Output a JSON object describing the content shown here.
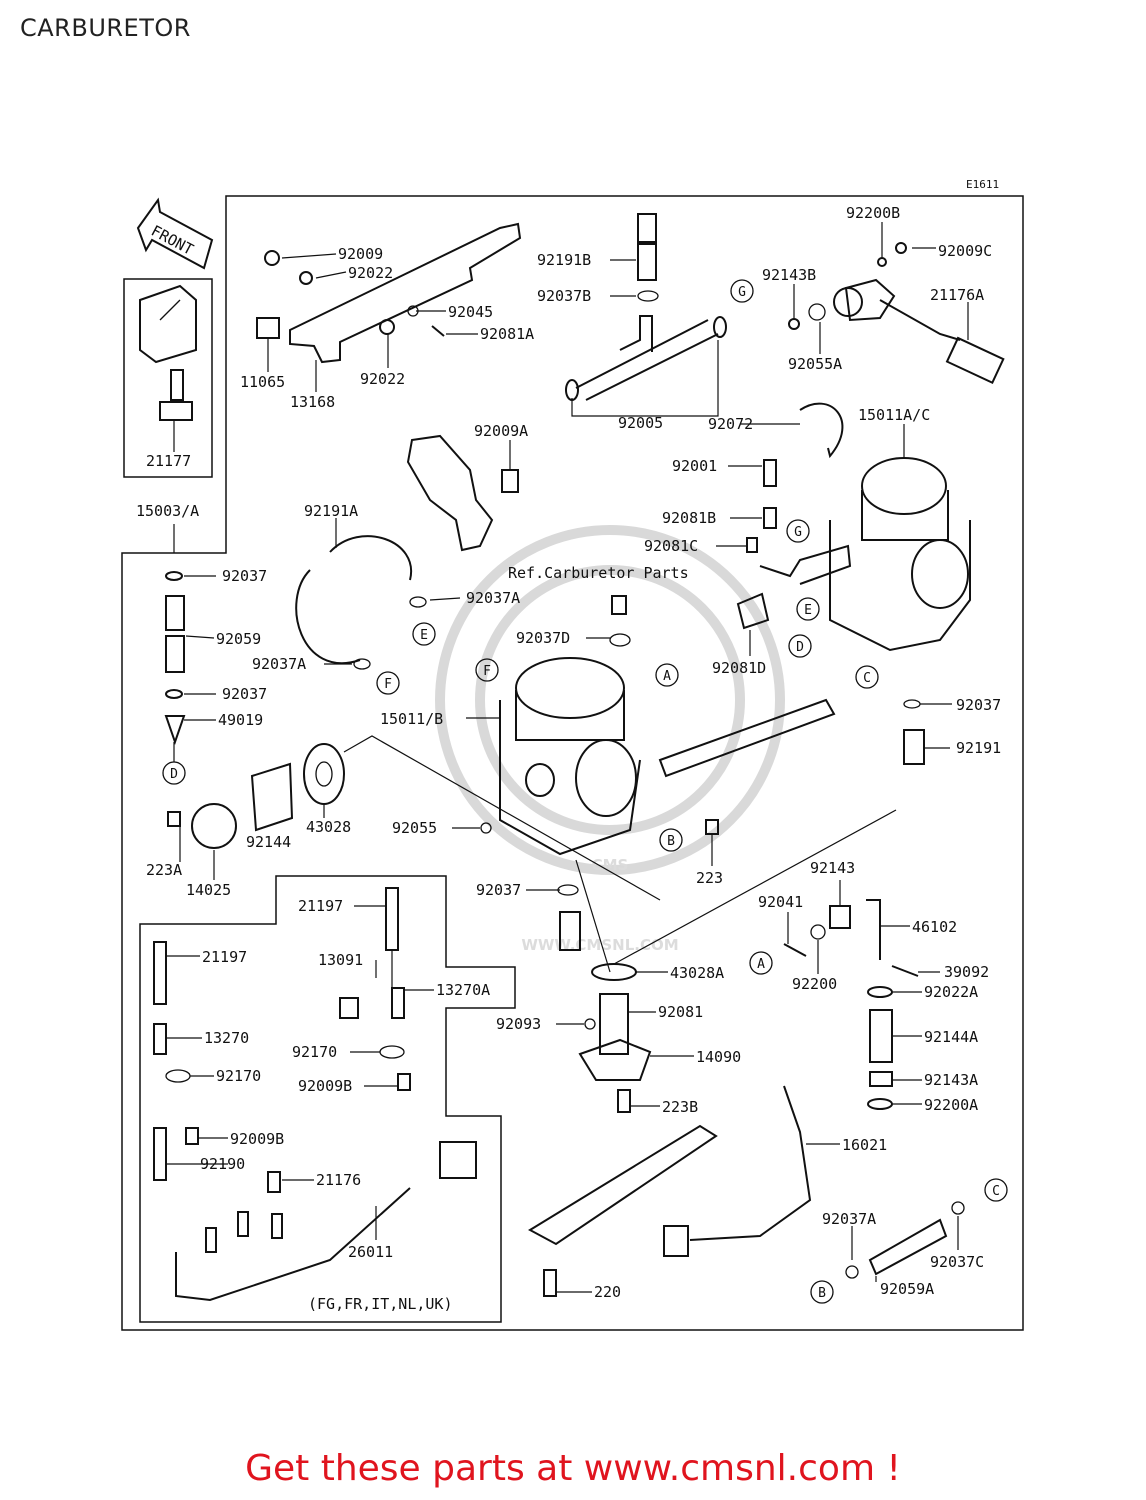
{
  "title": "CARBURETOR",
  "diagram_code": "E1611",
  "front_label": "FRONT",
  "ref_note": "Ref.Carburetor Parts",
  "market_note": "(FG,FR,IT,NL,UK)",
  "watermark": "WWW.CMSNL.COM",
  "banner": "Get these parts at www.cmsnl.com !",
  "banner_color": "#e0141e",
  "labels": {
    "p92009": "92009",
    "p92022a": "92022",
    "p92045": "92045",
    "p92081A": "92081A",
    "p11065": "11065",
    "p13168": "13168",
    "p92022b": "92022",
    "p21177": "21177",
    "p92191B": "92191B",
    "p92037B": "92037B",
    "p92005": "92005",
    "p92200B": "92200B",
    "p92009C": "92009C",
    "p92143B": "92143B",
    "p21176A": "21176A",
    "p92055A": "92055A",
    "p15003A": "15003/A",
    "p92009A": "92009A",
    "p92191A": "92191A",
    "p92037a": "92037",
    "p92037Aa": "92037A",
    "p92059": "92059",
    "p92037Ab": "92037A",
    "p92037b": "92037",
    "p49019": "49019",
    "p92072": "92072",
    "p15011AC": "15011A/C",
    "p92001": "92001",
    "p92081B": "92081B",
    "p92081C": "92081C",
    "p92037D": "92037D",
    "p92081D": "92081D",
    "p15011B": "15011/B",
    "p43028": "43028",
    "p92144": "92144",
    "p223A": "223A",
    "p14025": "14025",
    "p92055": "92055",
    "p92037c": "92037",
    "p92191": "92191",
    "p223": "223",
    "p92143": "92143",
    "p92041": "92041",
    "p92200": "92200",
    "p46102": "46102",
    "p39092": "39092",
    "p92022A": "92022A",
    "p92144A": "92144A",
    "p92143A": "92143A",
    "p92200A": "92200A",
    "p43028A": "43028A",
    "p92081": "92081",
    "p92093": "92093",
    "p14090": "14090",
    "p223B": "223B",
    "p16021": "16021",
    "p220": "220",
    "p92037A3": "92037A",
    "p92037C": "92037C",
    "p92059A": "92059A",
    "p21197a": "21197",
    "p13091": "13091",
    "p13270A": "13270A",
    "p92170a": "92170",
    "p92009Ba": "92009B",
    "p21197b": "21197",
    "p13270": "13270",
    "p92170b": "92170",
    "p92009Bb": "92009B",
    "p92190": "92190",
    "p21176": "21176",
    "p26011": "26011",
    "p92037d2": "92037"
  },
  "callouts": {
    "G1": "G",
    "G2": "G",
    "E1": "E",
    "E2": "E",
    "D1": "D",
    "D2": "D",
    "C1": "C",
    "C2": "C",
    "F1": "F",
    "F2": "F",
    "A1": "A",
    "A2": "A",
    "B1": "B",
    "B2": "B"
  }
}
